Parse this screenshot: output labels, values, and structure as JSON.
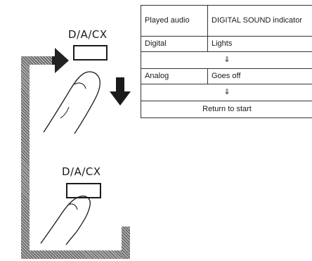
{
  "buttons": [
    {
      "label": "D/A/CX"
    },
    {
      "label": "D/A/CX"
    }
  ],
  "table": {
    "header": {
      "col1": "Played audio",
      "col2": "DIGITAL SOUND indicator"
    },
    "rows": [
      {
        "col1": "Digital",
        "col2": "Lights"
      },
      {
        "col1": "Analog",
        "col2": "Goes off"
      }
    ],
    "footer": "Return to start",
    "arrow_glyph": "⇓"
  }
}
